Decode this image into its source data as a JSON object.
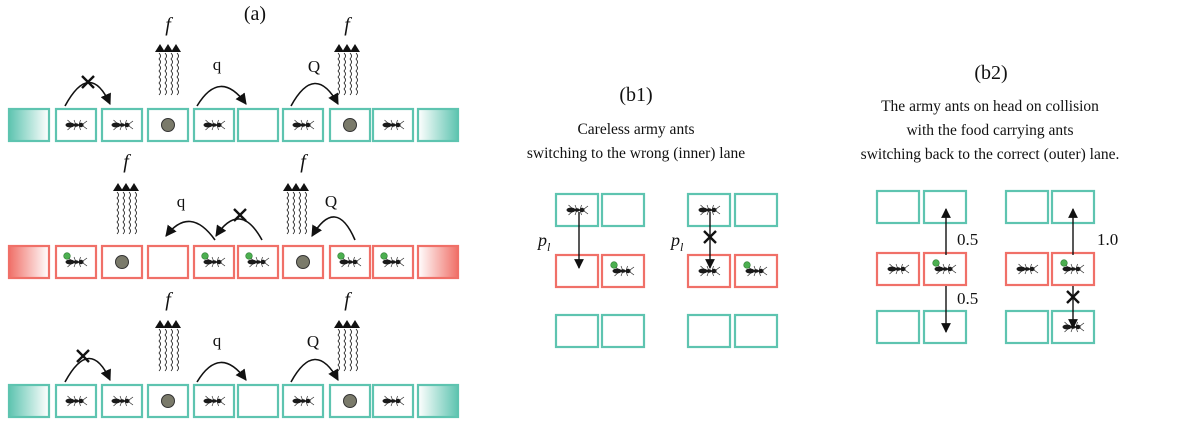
{
  "colors": {
    "outer_lane": "#5ec4b0",
    "inner_lane": "#f07068",
    "ant": "#1a1a1a",
    "food": "#7a7a6a",
    "carried_food": "#4caf50",
    "pheromone": "#111111"
  },
  "panel_a": {
    "label": "(a)",
    "symbols": {
      "f": "f",
      "q": "q",
      "Q": "Q"
    },
    "lanes": [
      {
        "lane": "outer",
        "cells": [
          "end",
          "ant",
          "ant",
          "food",
          "ant",
          "empty",
          "ant",
          "food",
          "ant",
          "end"
        ]
      },
      {
        "lane": "inner",
        "cells": [
          "end",
          "carry",
          "food",
          "empty",
          "carry",
          "carry",
          "food",
          "carry",
          "carry",
          "end"
        ]
      },
      {
        "lane": "outer",
        "cells": [
          "end",
          "ant",
          "ant",
          "food",
          "ant",
          "empty",
          "ant",
          "food",
          "ant",
          "end"
        ]
      }
    ]
  },
  "panel_b1": {
    "label": "(b1)",
    "caption_line1": "Careless army ants",
    "caption_line2": "switching to the wrong (inner) lane",
    "prob_label": "p",
    "prob_sub": "l"
  },
  "panel_b2": {
    "label": "(b2)",
    "caption_line1": "The army ants on head on collision",
    "caption_line2": "with the food carrying ants",
    "caption_line3": "switching back to the correct (outer) lane.",
    "prob_up_left": "0.5",
    "prob_down_left": "0.5",
    "prob_up_right": "1.0"
  }
}
